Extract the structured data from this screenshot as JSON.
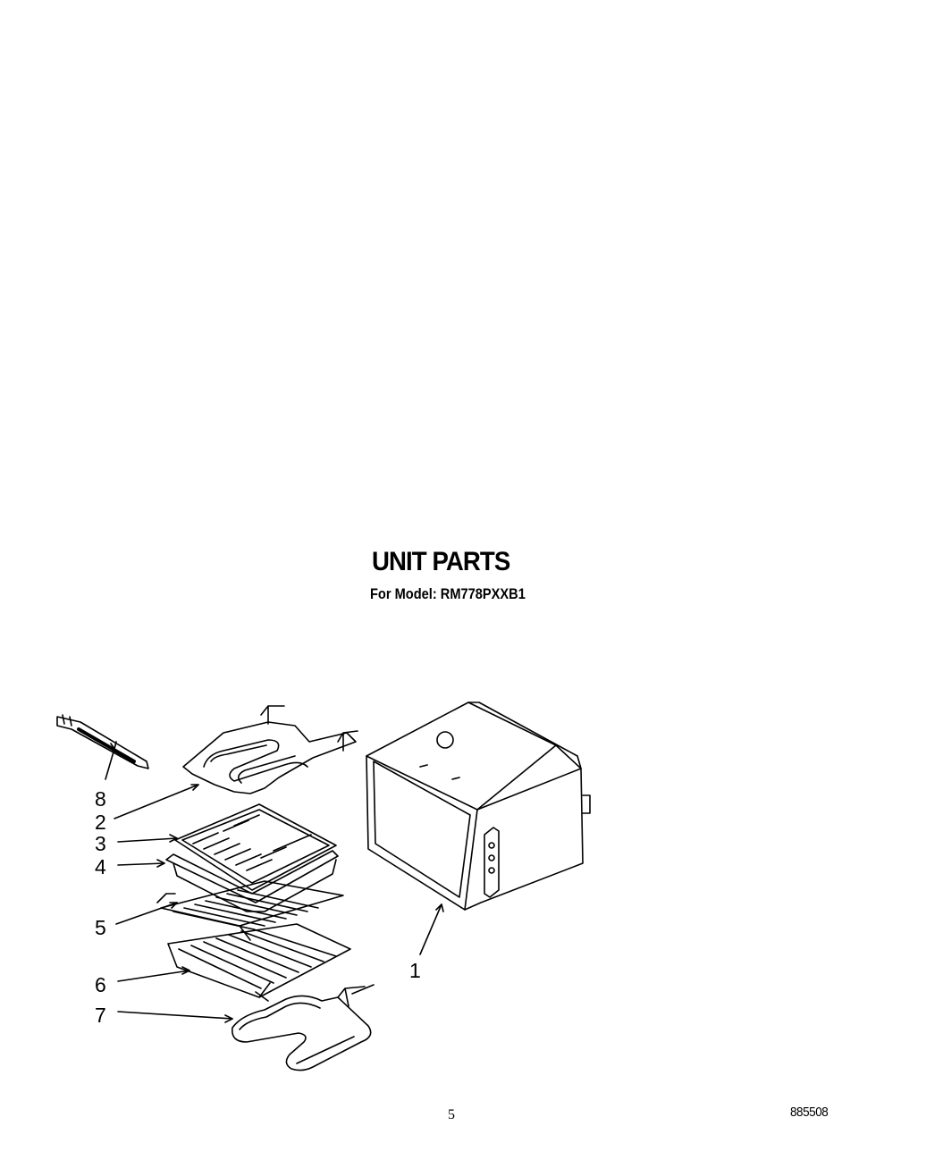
{
  "page": {
    "title": "UNIT PARTS",
    "subtitle": "For Model: RM778PXXB1",
    "page_number": "5",
    "doc_code": "885508"
  },
  "callouts": [
    "8",
    "2",
    "3",
    "4",
    "5",
    "6",
    "7",
    "1"
  ],
  "icons": {
    "oven_cavity": "oven-cavity-box",
    "broil_element": "broil-element",
    "broiler_grid": "broiler-pan-insert",
    "broiler_pan": "broiler-pan",
    "oven_racks": "oven-rack",
    "bake_element": "bake-element",
    "bracket": "element-bracket"
  }
}
